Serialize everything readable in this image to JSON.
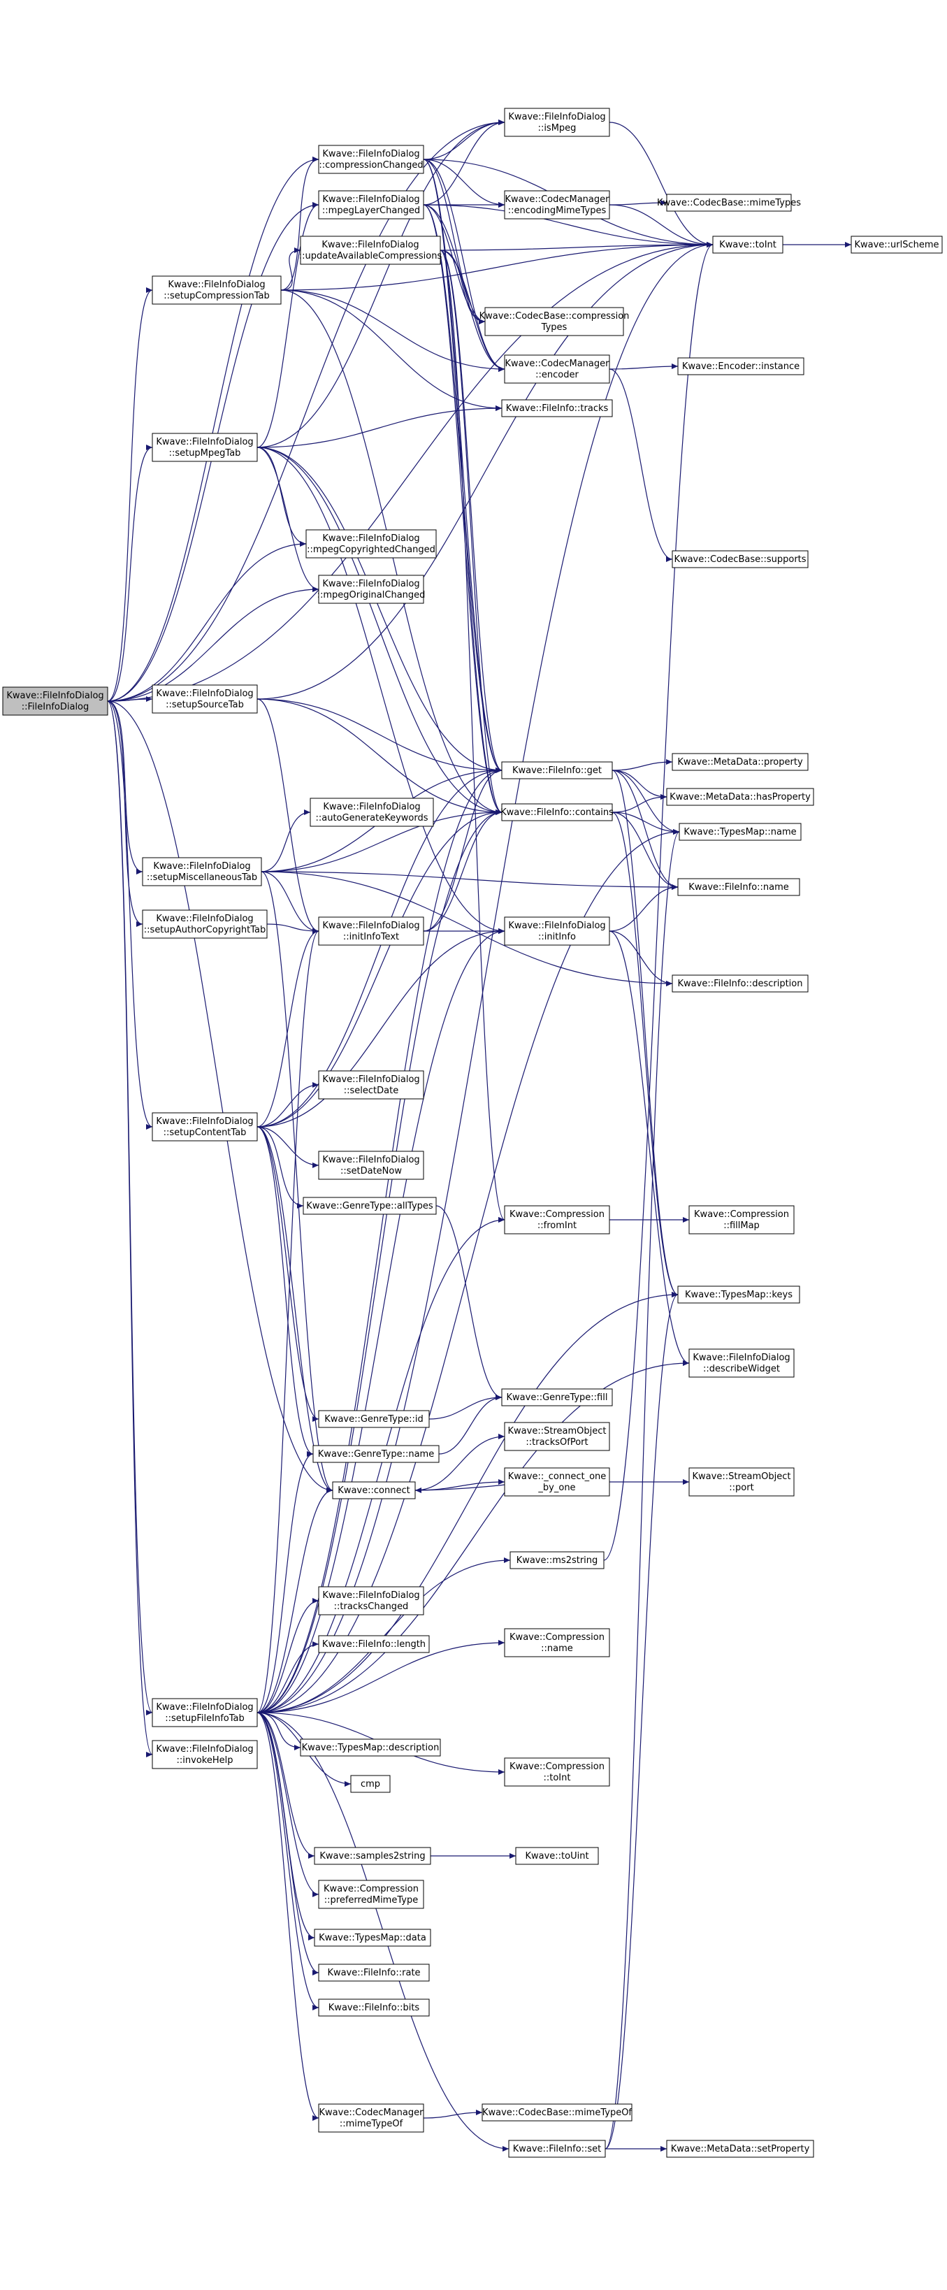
{
  "graph": {
    "colors": {
      "edge": "#191970",
      "root_fill": "#bfbfbf",
      "node_fill": "#ffffff",
      "node_stroke": "#000000"
    },
    "nodes": [
      {
        "id": "root",
        "lines": [
          "Kwave::FileInfoDialog",
          "::FileInfoDialog"
        ],
        "root": true
      },
      {
        "id": "compTab",
        "lines": [
          "Kwave::FileInfoDialog",
          "::setupCompressionTab"
        ]
      },
      {
        "id": "mpegTab",
        "lines": [
          "Kwave::FileInfoDialog",
          "::setupMpegTab"
        ]
      },
      {
        "id": "srcTab",
        "lines": [
          "Kwave::FileInfoDialog",
          "::setupSourceTab"
        ]
      },
      {
        "id": "miscTab",
        "lines": [
          "Kwave::FileInfoDialog",
          "::setupMiscellaneousTab"
        ]
      },
      {
        "id": "authTab",
        "lines": [
          "Kwave::FileInfoDialog",
          "::setupAuthorCopyrightTab"
        ]
      },
      {
        "id": "contTab",
        "lines": [
          "Kwave::FileInfoDialog",
          "::setupContentTab"
        ]
      },
      {
        "id": "fileTab",
        "lines": [
          "Kwave::FileInfoDialog",
          "::setupFileInfoTab"
        ]
      },
      {
        "id": "invHelp",
        "lines": [
          "Kwave::FileInfoDialog",
          "::invokeHelp"
        ]
      },
      {
        "id": "compChg",
        "lines": [
          "Kwave::FileInfoDialog",
          "::compressionChanged"
        ]
      },
      {
        "id": "mpegLay",
        "lines": [
          "Kwave::FileInfoDialog",
          "::mpegLayerChanged"
        ]
      },
      {
        "id": "updComp",
        "lines": [
          "Kwave::FileInfoDialog",
          "::updateAvailableCompressions"
        ]
      },
      {
        "id": "mpegCopy",
        "lines": [
          "Kwave::FileInfoDialog",
          "::mpegCopyrightedChanged"
        ]
      },
      {
        "id": "mpegOrig",
        "lines": [
          "Kwave::FileInfoDialog",
          "::mpegOriginalChanged"
        ]
      },
      {
        "id": "autoKw",
        "lines": [
          "Kwave::FileInfoDialog",
          "::autoGenerateKeywords"
        ]
      },
      {
        "id": "initText",
        "lines": [
          "Kwave::FileInfoDialog",
          "::initInfoText"
        ]
      },
      {
        "id": "selDate",
        "lines": [
          "Kwave::FileInfoDialog",
          "::selectDate"
        ]
      },
      {
        "id": "setNow",
        "lines": [
          "Kwave::FileInfoDialog",
          "::setDateNow"
        ]
      },
      {
        "id": "allTypes",
        "lines": [
          "Kwave::GenreType::allTypes"
        ]
      },
      {
        "id": "gid",
        "lines": [
          "Kwave::GenreType::id"
        ]
      },
      {
        "id": "gname",
        "lines": [
          "Kwave::GenreType::name"
        ]
      },
      {
        "id": "connect",
        "lines": [
          "Kwave::connect"
        ]
      },
      {
        "id": "tracksChg",
        "lines": [
          "Kwave::FileInfoDialog",
          "::tracksChanged"
        ]
      },
      {
        "id": "length",
        "lines": [
          "Kwave::FileInfo::length"
        ]
      },
      {
        "id": "tmdesc",
        "lines": [
          "Kwave::TypesMap::description"
        ]
      },
      {
        "id": "cmp",
        "lines": [
          "cmp"
        ]
      },
      {
        "id": "s2s",
        "lines": [
          "Kwave::samples2string"
        ]
      },
      {
        "id": "prefMime",
        "lines": [
          "Kwave::Compression",
          "::preferredMimeType"
        ]
      },
      {
        "id": "tmdata",
        "lines": [
          "Kwave::TypesMap::data"
        ]
      },
      {
        "id": "rate",
        "lines": [
          "Kwave::FileInfo::rate"
        ]
      },
      {
        "id": "bits",
        "lines": [
          "Kwave::FileInfo::bits"
        ]
      },
      {
        "id": "cmMimeOf",
        "lines": [
          "Kwave::CodecManager",
          "::mimeTypeOf"
        ]
      },
      {
        "id": "isMpeg",
        "lines": [
          "Kwave::FileInfoDialog",
          "::isMpeg"
        ]
      },
      {
        "id": "encMime",
        "lines": [
          "Kwave::CodecManager",
          "::encodingMimeTypes"
        ]
      },
      {
        "id": "cbComp",
        "lines": [
          "Kwave::CodecBase::compression",
          "Types"
        ]
      },
      {
        "id": "cmEnc",
        "lines": [
          "Kwave::CodecManager",
          "::encoder"
        ]
      },
      {
        "id": "tracks",
        "lines": [
          "Kwave::FileInfo::tracks"
        ]
      },
      {
        "id": "fiGet",
        "lines": [
          "Kwave::FileInfo::get"
        ]
      },
      {
        "id": "fiCont",
        "lines": [
          "Kwave::FileInfo::contains"
        ]
      },
      {
        "id": "initInfo",
        "lines": [
          "Kwave::FileInfoDialog",
          "::initInfo"
        ]
      },
      {
        "id": "cFromInt",
        "lines": [
          "Kwave::Compression",
          "::fromInt"
        ]
      },
      {
        "id": "gFill",
        "lines": [
          "Kwave::GenreType::fill"
        ]
      },
      {
        "id": "soTracks",
        "lines": [
          "Kwave::StreamObject",
          "::tracksOfPort"
        ]
      },
      {
        "id": "c1b1",
        "lines": [
          "Kwave::_connect_one",
          "_by_one"
        ]
      },
      {
        "id": "ms2s",
        "lines": [
          "Kwave::ms2string"
        ]
      },
      {
        "id": "cName",
        "lines": [
          "Kwave::Compression",
          "::name"
        ]
      },
      {
        "id": "cToInt",
        "lines": [
          "Kwave::Compression",
          "::toInt"
        ]
      },
      {
        "id": "toUint",
        "lines": [
          "Kwave::toUint"
        ]
      },
      {
        "id": "cbMimeOf",
        "lines": [
          "Kwave::CodecBase::mimeTypeOf"
        ]
      },
      {
        "id": "fiSet",
        "lines": [
          "Kwave::FileInfo::set"
        ]
      },
      {
        "id": "cbMime",
        "lines": [
          "Kwave::CodecBase::mimeTypes"
        ]
      },
      {
        "id": "toInt",
        "lines": [
          "Kwave::toInt"
        ]
      },
      {
        "id": "encInst",
        "lines": [
          "Kwave::Encoder::instance"
        ]
      },
      {
        "id": "cbSupp",
        "lines": [
          "Kwave::CodecBase::supports"
        ]
      },
      {
        "id": "mdProp",
        "lines": [
          "Kwave::MetaData::property"
        ]
      },
      {
        "id": "mdHas",
        "lines": [
          "Kwave::MetaData::hasProperty"
        ]
      },
      {
        "id": "tmName",
        "lines": [
          "Kwave::TypesMap::name"
        ]
      },
      {
        "id": "fiName",
        "lines": [
          "Kwave::FileInfo::name"
        ]
      },
      {
        "id": "fiDesc",
        "lines": [
          "Kwave::FileInfo::description"
        ]
      },
      {
        "id": "cFill",
        "lines": [
          "Kwave::Compression",
          "::fillMap"
        ]
      },
      {
        "id": "tmKeys",
        "lines": [
          "Kwave::TypesMap::keys"
        ]
      },
      {
        "id": "descW",
        "lines": [
          "Kwave::FileInfoDialog",
          "::describeWidget"
        ]
      },
      {
        "id": "soPort",
        "lines": [
          "Kwave::StreamObject",
          "::port"
        ]
      },
      {
        "id": "mdSet",
        "lines": [
          "Kwave::MetaData::setProperty"
        ]
      },
      {
        "id": "urlS",
        "lines": [
          "Kwave::urlScheme"
        ]
      }
    ],
    "edges": [
      [
        "root",
        "compTab"
      ],
      [
        "root",
        "mpegTab"
      ],
      [
        "root",
        "srcTab"
      ],
      [
        "root",
        "miscTab"
      ],
      [
        "root",
        "authTab"
      ],
      [
        "root",
        "contTab"
      ],
      [
        "root",
        "fileTab"
      ],
      [
        "root",
        "invHelp"
      ],
      [
        "root",
        "compChg"
      ],
      [
        "root",
        "mpegLay"
      ],
      [
        "root",
        "mpegCopy"
      ],
      [
        "root",
        "mpegOrig"
      ],
      [
        "root",
        "connect"
      ],
      [
        "root",
        "toInt"
      ],
      [
        "root",
        "isMpeg"
      ],
      [
        "compTab",
        "compChg"
      ],
      [
        "compTab",
        "updComp"
      ],
      [
        "compTab",
        "cmEnc"
      ],
      [
        "compTab",
        "toInt"
      ],
      [
        "compTab",
        "fiCont"
      ],
      [
        "compTab",
        "tracks"
      ],
      [
        "mpegTab",
        "mpegLay"
      ],
      [
        "mpegTab",
        "mpegCopy"
      ],
      [
        "mpegTab",
        "mpegOrig"
      ],
      [
        "mpegTab",
        "fiGet"
      ],
      [
        "mpegTab",
        "fiCont"
      ],
      [
        "mpegTab",
        "initInfo"
      ],
      [
        "mpegTab",
        "tracks"
      ],
      [
        "mpegTab",
        "isMpeg"
      ],
      [
        "srcTab",
        "fiGet"
      ],
      [
        "srcTab",
        "fiCont"
      ],
      [
        "srcTab",
        "initText"
      ],
      [
        "srcTab",
        "toInt"
      ],
      [
        "miscTab",
        "autoKw"
      ],
      [
        "miscTab",
        "initText"
      ],
      [
        "miscTab",
        "fiGet"
      ],
      [
        "miscTab",
        "fiCont"
      ],
      [
        "miscTab",
        "fiName"
      ],
      [
        "miscTab",
        "fiDesc"
      ],
      [
        "miscTab",
        "connect"
      ],
      [
        "authTab",
        "initText"
      ],
      [
        "contTab",
        "initText"
      ],
      [
        "contTab",
        "selDate"
      ],
      [
        "contTab",
        "setNow"
      ],
      [
        "contTab",
        "allTypes"
      ],
      [
        "contTab",
        "gid"
      ],
      [
        "contTab",
        "gname"
      ],
      [
        "contTab",
        "connect"
      ],
      [
        "contTab",
        "fiGet"
      ],
      [
        "contTab",
        "fiCont"
      ],
      [
        "contTab",
        "initInfo"
      ],
      [
        "fileTab",
        "tracksChg"
      ],
      [
        "fileTab",
        "length"
      ],
      [
        "fileTab",
        "tmdesc"
      ],
      [
        "fileTab",
        "cmp"
      ],
      [
        "fileTab",
        "s2s"
      ],
      [
        "fileTab",
        "prefMime"
      ],
      [
        "fileTab",
        "tmdata"
      ],
      [
        "fileTab",
        "rate"
      ],
      [
        "fileTab",
        "bits"
      ],
      [
        "fileTab",
        "cmMimeOf"
      ],
      [
        "fileTab",
        "fiSet"
      ],
      [
        "fileTab",
        "connect"
      ],
      [
        "fileTab",
        "ms2s"
      ],
      [
        "fileTab",
        "cName"
      ],
      [
        "fileTab",
        "cToInt"
      ],
      [
        "fileTab",
        "cFromInt"
      ],
      [
        "fileTab",
        "initText"
      ],
      [
        "fileTab",
        "initInfo"
      ],
      [
        "fileTab",
        "fiGet"
      ],
      [
        "fileTab",
        "fiCont"
      ],
      [
        "fileTab",
        "tmKeys"
      ],
      [
        "fileTab",
        "descW"
      ],
      [
        "fileTab",
        "tmName"
      ],
      [
        "fileTab",
        "gname"
      ],
      [
        "fileTab",
        "toInt"
      ],
      [
        "compChg",
        "isMpeg"
      ],
      [
        "compChg",
        "encMime"
      ],
      [
        "compChg",
        "cbComp"
      ],
      [
        "compChg",
        "cmEnc"
      ],
      [
        "compChg",
        "fiGet"
      ],
      [
        "compChg",
        "fiCont"
      ],
      [
        "compChg",
        "toInt"
      ],
      [
        "mpegLay",
        "isMpeg"
      ],
      [
        "mpegLay",
        "encMime"
      ],
      [
        "mpegLay",
        "cbComp"
      ],
      [
        "mpegLay",
        "cmEnc"
      ],
      [
        "mpegLay",
        "fiGet"
      ],
      [
        "mpegLay",
        "fiCont"
      ],
      [
        "mpegLay",
        "toInt"
      ],
      [
        "updComp",
        "cmEnc"
      ],
      [
        "updComp",
        "cbComp"
      ],
      [
        "updComp",
        "fiGet"
      ],
      [
        "updComp",
        "toInt"
      ],
      [
        "updComp",
        "cFromInt"
      ],
      [
        "updComp",
        "fiCont"
      ],
      [
        "initText",
        "fiGet"
      ],
      [
        "initText",
        "fiCont"
      ],
      [
        "initText",
        "initInfo"
      ],
      [
        "allTypes",
        "gFill"
      ],
      [
        "gid",
        "gFill"
      ],
      [
        "gname",
        "gFill"
      ],
      [
        "connect",
        "soTracks"
      ],
      [
        "connect",
        "c1b1"
      ],
      [
        "s2s",
        "toUint"
      ],
      [
        "cmMimeOf",
        "cbMimeOf"
      ],
      [
        "isMpeg",
        "toInt"
      ],
      [
        "encMime",
        "cbMime"
      ],
      [
        "encMime",
        "toInt"
      ],
      [
        "cmEnc",
        "encInst"
      ],
      [
        "cmEnc",
        "cbSupp"
      ],
      [
        "fiGet",
        "mdProp"
      ],
      [
        "fiGet",
        "mdHas"
      ],
      [
        "fiGet",
        "tmName"
      ],
      [
        "fiGet",
        "fiName"
      ],
      [
        "fiGet",
        "tmKeys"
      ],
      [
        "fiCont",
        "mdHas"
      ],
      [
        "fiCont",
        "tmName"
      ],
      [
        "fiCont",
        "fiName"
      ],
      [
        "fiCont",
        "tmKeys"
      ],
      [
        "initInfo",
        "fiName"
      ],
      [
        "initInfo",
        "fiDesc"
      ],
      [
        "initInfo",
        "descW"
      ],
      [
        "cFromInt",
        "cFill"
      ],
      [
        "c1b1",
        "soPort"
      ],
      [
        "c1b1",
        "connect"
      ],
      [
        "ms2s",
        "toInt"
      ],
      [
        "fiSet",
        "mdSet"
      ],
      [
        "fiSet",
        "tmKeys"
      ],
      [
        "fiSet",
        "tmName"
      ],
      [
        "toInt",
        "urlS"
      ]
    ]
  }
}
